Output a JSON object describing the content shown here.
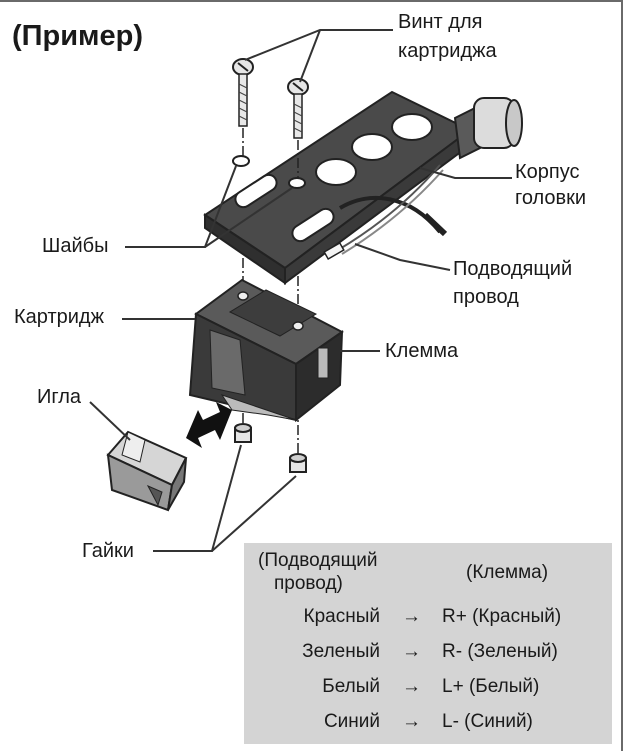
{
  "title": "(Пример)",
  "labels": {
    "screw": [
      "Винт для",
      "картриджа"
    ],
    "head_body": [
      "Корпус",
      "головки"
    ],
    "washers": "Шайбы",
    "lead_wire": [
      "Подводящий",
      "провод"
    ],
    "cartridge": "Картридж",
    "terminal": "Клемма",
    "stylus": "Игла",
    "nuts": "Гайки"
  },
  "table": {
    "header_left": [
      "(Подводящий",
      "провод)"
    ],
    "header_right": "(Клемма)",
    "arrow": "→",
    "rows": [
      {
        "wire": "Красный",
        "terminal": "R+ (Красный)"
      },
      {
        "wire": "Зеленый",
        "terminal": "R- (Зеленый)"
      },
      {
        "wire": "Белый",
        "terminal": "L+ (Белый)"
      },
      {
        "wire": "Синий",
        "terminal": "L- (Синий)"
      }
    ]
  }
}
